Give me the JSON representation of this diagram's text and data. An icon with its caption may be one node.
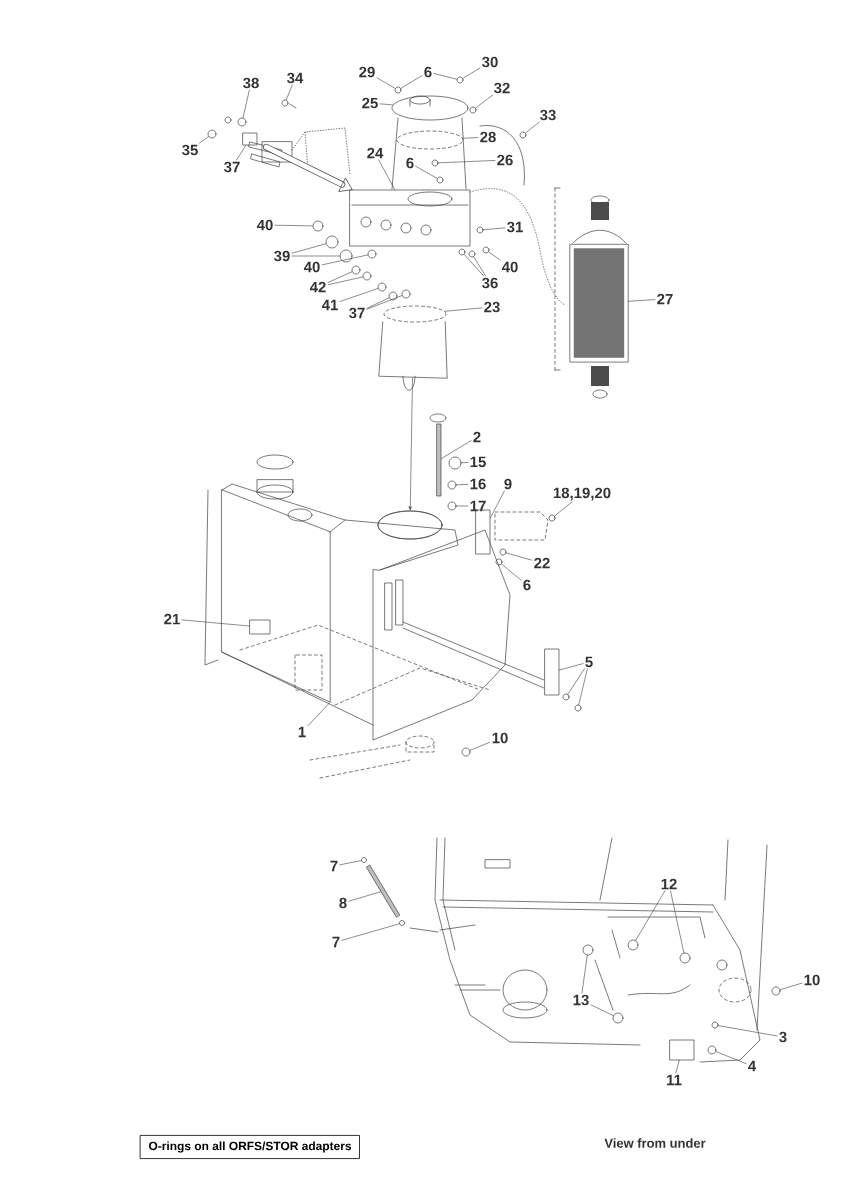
{
  "diagram": {
    "nodes": [
      {
        "text": [
          "38"
        ]
      },
      {
        "text": [
          "34"
        ]
      },
      {
        "text": [
          "35"
        ]
      },
      {
        "text": [
          "37"
        ]
      },
      {
        "text": [
          "29"
        ]
      },
      {
        "text": [
          "6"
        ]
      },
      {
        "text": [
          "30"
        ]
      },
      {
        "text": [
          "32"
        ]
      },
      {
        "text": [
          "25"
        ]
      },
      {
        "text": [
          "28"
        ]
      },
      {
        "text": [
          "33"
        ]
      },
      {
        "text": [
          "24"
        ]
      },
      {
        "text": [
          "6"
        ]
      },
      {
        "text": [
          "26"
        ]
      },
      {
        "text": [
          "31"
        ]
      },
      {
        "text": [
          "40"
        ]
      },
      {
        "text": [
          "39"
        ]
      },
      {
        "text": [
          "40"
        ]
      },
      {
        "text": [
          "42"
        ]
      },
      {
        "text": [
          "41"
        ]
      },
      {
        "text": [
          "37"
        ]
      },
      {
        "text": [
          "36"
        ]
      },
      {
        "text": [
          "40"
        ]
      },
      {
        "text": [
          "23"
        ]
      },
      {
        "text": [
          "27"
        ]
      },
      {
        "text": [
          "2"
        ]
      },
      {
        "text": [
          "15"
        ]
      },
      {
        "text": [
          "16"
        ]
      },
      {
        "text": [
          "17"
        ]
      },
      {
        "text": [
          "9"
        ]
      },
      {
        "text": [
          "18,19,20"
        ]
      },
      {
        "text": [
          "22"
        ]
      },
      {
        "text": [
          "6"
        ]
      },
      {
        "text": [
          "21"
        ]
      },
      {
        "text": [
          "5"
        ]
      },
      {
        "text": [
          "1"
        ]
      },
      {
        "text": [
          "10"
        ]
      },
      {
        "text": [
          "7"
        ]
      },
      {
        "text": [
          "8"
        ]
      },
      {
        "text": [
          "7"
        ]
      },
      {
        "text": [
          "12"
        ]
      },
      {
        "text": [
          "13"
        ]
      },
      {
        "text": [
          "10"
        ]
      },
      {
        "text": [
          "3"
        ]
      },
      {
        "text": [
          "4"
        ]
      },
      {
        "text": [
          "11"
        ]
      },
      {
        "text": [
          "O-rings on all ORFS/STOR adapters"
        ]
      },
      {
        "text": [],
        "shape": "circle"
      },
      {
        "text": [],
        "shape": "circle"
      },
      {
        "text": [],
        "shape": "circle"
      },
      {
        "text": [],
        "shape": "box"
      },
      {
        "text": [],
        "shape": "circle"
      },
      {
        "text": [],
        "shape": "circle"
      },
      {
        "text": [],
        "shape": "circle"
      },
      {
        "text": [],
        "shape": "ellipse"
      },
      {
        "text": [],
        "shape": "ellipse"
      },
      {
        "text": [],
        "shape": "circle"
      },
      {
        "text": [],
        "shape": "box"
      },
      {
        "text": [],
        "shape": "circle"
      },
      {
        "text": [],
        "shape": "circle"
      },
      {
        "text": [],
        "shape": "circle"
      },
      {
        "text": [],
        "shape": "circle"
      },
      {
        "text": [],
        "shape": "circle"
      },
      {
        "text": [],
        "shape": "circle"
      },
      {
        "text": [],
        "shape": "circle"
      },
      {
        "text": [],
        "shape": "circle"
      },
      {
        "text": [],
        "shape": "circle"
      },
      {
        "text": [],
        "shape": "circle"
      },
      {
        "text": [],
        "shape": "circle"
      },
      {
        "text": [],
        "shape": "circle"
      },
      {
        "text": [],
        "shape": "circle"
      },
      {
        "text": [],
        "shape": "circle"
      },
      {
        "text": [],
        "shape": "circle"
      },
      {
        "text": [],
        "shape": "ellipse"
      },
      {
        "text": [],
        "shape": "picture"
      },
      {
        "text": [],
        "shape": "bar"
      },
      {
        "text": [],
        "shape": "circle"
      },
      {
        "text": [],
        "shape": "circle"
      },
      {
        "text": [],
        "shape": "circle"
      },
      {
        "text": [],
        "shape": "box"
      },
      {
        "text": [],
        "shape": "circle"
      },
      {
        "text": [],
        "shape": "circle"
      },
      {
        "text": [],
        "shape": "circle"
      },
      {
        "text": [],
        "shape": "box",
        "in": 87
      },
      {
        "text": [],
        "shape": "box"
      },
      {
        "text": [],
        "shape": "circle"
      },
      {
        "text": [],
        "shape": "circle"
      },
      {
        "text": [],
        "shape": "picture"
      },
      {
        "text": [],
        "shape": "circle"
      },
      {
        "text": [],
        "shape": "circle"
      },
      {
        "text": [],
        "shape": "bar"
      },
      {
        "text": [],
        "shape": "circle"
      },
      {
        "text": [],
        "shape": "circle"
      },
      {
        "text": [],
        "shape": "circle"
      },
      {
        "text": [],
        "shape": "circle"
      },
      {
        "text": [],
        "shape": "circle"
      },
      {
        "text": [],
        "shape": "circle"
      },
      {
        "text": [],
        "shape": "circle"
      },
      {
        "text": [],
        "shape": "circle"
      },
      {
        "text": [],
        "shape": "box"
      },
      {
        "text": [],
        "shape": "picture"
      },
      {
        "text": [],
        "shape": "ellipse"
      },
      {
        "text": [],
        "shape": "picture"
      }
    ],
    "edges": [
      {
        "from": 0,
        "to": 47,
        "arrow": "none"
      },
      {
        "from": 1,
        "to": 48,
        "arrow": "none"
      },
      {
        "from": 2,
        "to": 49,
        "arrow": "none"
      },
      {
        "from": 3,
        "to": 50,
        "arrow": "none"
      },
      {
        "from": 4,
        "to": 51,
        "arrow": "none"
      },
      {
        "from": 5,
        "to": 51,
        "arrow": "none"
      },
      {
        "from": 5,
        "to": 52,
        "arrow": "none"
      },
      {
        "from": 6,
        "to": 52,
        "arrow": "none"
      },
      {
        "from": 7,
        "to": 53,
        "arrow": "none"
      },
      {
        "from": 8,
        "to": 54,
        "arrow": "none"
      },
      {
        "from": 9,
        "to": 55,
        "arrow": "none"
      },
      {
        "from": 10,
        "to": 56,
        "arrow": "none"
      },
      {
        "from": 11,
        "to": 57,
        "arrow": "none"
      },
      {
        "from": 12,
        "to": 58,
        "arrow": "none"
      },
      {
        "from": 13,
        "to": 59,
        "arrow": "none"
      },
      {
        "from": 14,
        "to": 60,
        "arrow": "none"
      },
      {
        "from": 15,
        "to": 61,
        "arrow": "none"
      },
      {
        "from": 16,
        "to": 62,
        "arrow": "none"
      },
      {
        "from": 16,
        "to": 63,
        "arrow": "none"
      },
      {
        "from": 17,
        "to": 64,
        "arrow": "none"
      },
      {
        "from": 18,
        "to": 65,
        "arrow": "none"
      },
      {
        "from": 18,
        "to": 66,
        "arrow": "none"
      },
      {
        "from": 19,
        "to": 67,
        "arrow": "none"
      },
      {
        "from": 20,
        "to": 68,
        "arrow": "none"
      },
      {
        "from": 20,
        "to": 69,
        "arrow": "none"
      },
      {
        "from": 21,
        "to": 70,
        "arrow": "none"
      },
      {
        "from": 21,
        "to": 71,
        "arrow": "none"
      },
      {
        "from": 22,
        "to": 72,
        "arrow": "none"
      },
      {
        "from": 23,
        "to": 73,
        "arrow": "none"
      },
      {
        "from": 24,
        "to": 74,
        "arrow": "none"
      },
      {
        "from": 25,
        "to": 75,
        "arrow": "none"
      },
      {
        "from": 26,
        "to": 76,
        "arrow": "none"
      },
      {
        "from": 27,
        "to": 77,
        "arrow": "none"
      },
      {
        "from": 28,
        "to": 78,
        "arrow": "none"
      },
      {
        "from": 29,
        "to": 79,
        "arrow": "none"
      },
      {
        "from": 30,
        "to": 80,
        "arrow": "none"
      },
      {
        "from": 31,
        "to": 81,
        "arrow": "none"
      },
      {
        "from": 32,
        "to": 82,
        "arrow": "none"
      },
      {
        "from": 33,
        "to": 83,
        "arrow": "none"
      },
      {
        "from": 34,
        "to": 84,
        "arrow": "none"
      },
      {
        "from": 34,
        "to": 85,
        "arrow": "none"
      },
      {
        "from": 34,
        "to": 86,
        "arrow": "none"
      },
      {
        "from": 35,
        "to": 87,
        "arrow": "none"
      },
      {
        "from": 36,
        "to": 88,
        "arrow": "none"
      },
      {
        "from": 37,
        "to": 89,
        "arrow": "none"
      },
      {
        "from": 38,
        "to": 90,
        "arrow": "none"
      },
      {
        "from": 39,
        "to": 91,
        "arrow": "none"
      },
      {
        "from": 40,
        "to": 92,
        "arrow": "none"
      },
      {
        "from": 40,
        "to": 93,
        "arrow": "none"
      },
      {
        "from": 41,
        "to": 94,
        "arrow": "none"
      },
      {
        "from": 41,
        "to": 95,
        "arrow": "none"
      },
      {
        "from": 42,
        "to": 96,
        "arrow": "none"
      },
      {
        "from": 43,
        "to": 97,
        "arrow": "none"
      },
      {
        "from": 44,
        "to": 98,
        "arrow": "none"
      },
      {
        "from": 45,
        "to": 99,
        "arrow": "none"
      },
      {
        "from": 50,
        "to": 57,
        "arrow": "to",
        "style": "thick"
      },
      {
        "from": 100,
        "to": 101,
        "arrow": "to"
      }
    ],
    "labels": [
      "View from under"
    ]
  }
}
